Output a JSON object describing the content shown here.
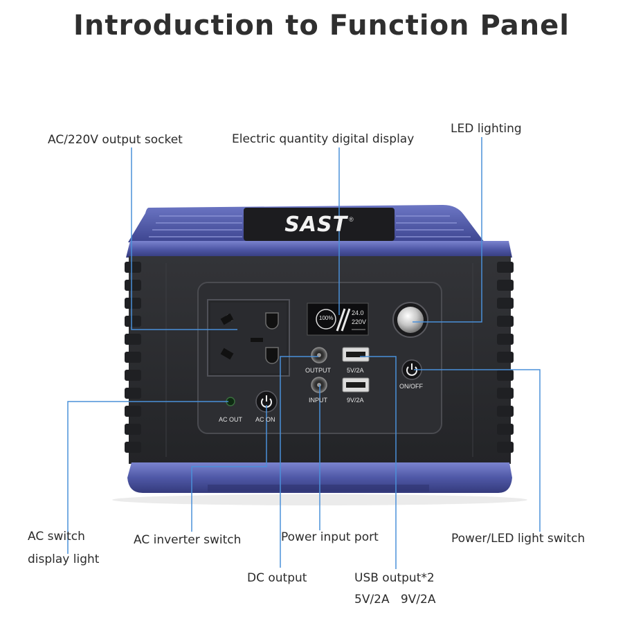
{
  "title": "Introduction to Function Panel",
  "brand": {
    "logo_text": "SAST",
    "registered": "®"
  },
  "labels": {
    "ac_socket": "AC/220V output socket",
    "display": "Electric quantity digital display",
    "led": "LED lighting",
    "ac_switch_light_1": "AC switch",
    "ac_switch_light_2": "display light",
    "ac_inverter": "AC inverter switch",
    "power_input": "Power input port",
    "power_led_switch": "Power/LED light switch",
    "dc_output": "DC output",
    "usb_output": "USB output*2",
    "usb_specs": "5V/2A   9V/2A"
  },
  "device_labels": {
    "output": "OUTPUT",
    "input": "INPUT",
    "usb1": "5V/2A",
    "usb2": "9V/2A",
    "on_off": "ON/OFF",
    "ac_out": "AC OUT",
    "ac_on": "AC ON"
  },
  "display_readout": {
    "percent": "100%",
    "line1": "24.0",
    "line2": "220V"
  },
  "colors": {
    "accent_blue": "#4f5aa8",
    "body_dark": "#2a2b2e",
    "leader_line": "#4a90d9",
    "text": "#2b2b2b"
  }
}
